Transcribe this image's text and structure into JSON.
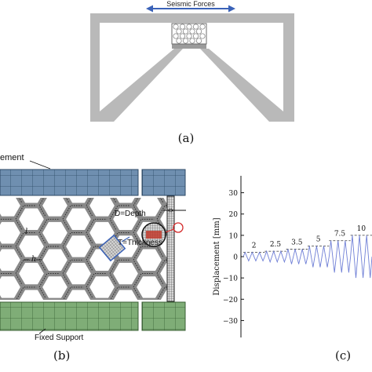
{
  "panel_a": {
    "arrow_label": "Seismic Forces",
    "caption": "(a)"
  },
  "panel_b": {
    "top_label": "ement",
    "depth_label": "D=Depth",
    "thickness_label": "T=Thickness",
    "l_label": "l",
    "h_label": "h",
    "bottom_label": "Fixed Support",
    "caption": "(b)"
  },
  "panel_c": {
    "ylabel": "Displacement [mm]",
    "caption": "(c)",
    "y_ticks": [
      "30",
      "20",
      "10",
      "0",
      "−10",
      "−20",
      "−30"
    ],
    "level_labels": [
      "2",
      "2.5",
      "3.5",
      "5",
      "7.5",
      "10"
    ],
    "colors": {
      "wave": "#6f7fd6",
      "level_line": "#555555"
    }
  },
  "chart_data": {
    "type": "line",
    "title": "",
    "xlabel": "",
    "ylabel": "Displacement [mm]",
    "ylim": [
      -35,
      35
    ],
    "y_ticks": [
      30,
      20,
      10,
      0,
      -10,
      -20,
      -30
    ],
    "series": [
      {
        "amplitude_stages": [
          2,
          2.5,
          3.5,
          5,
          7.5,
          10
        ],
        "cycles_per_stage": 3
      }
    ]
  }
}
